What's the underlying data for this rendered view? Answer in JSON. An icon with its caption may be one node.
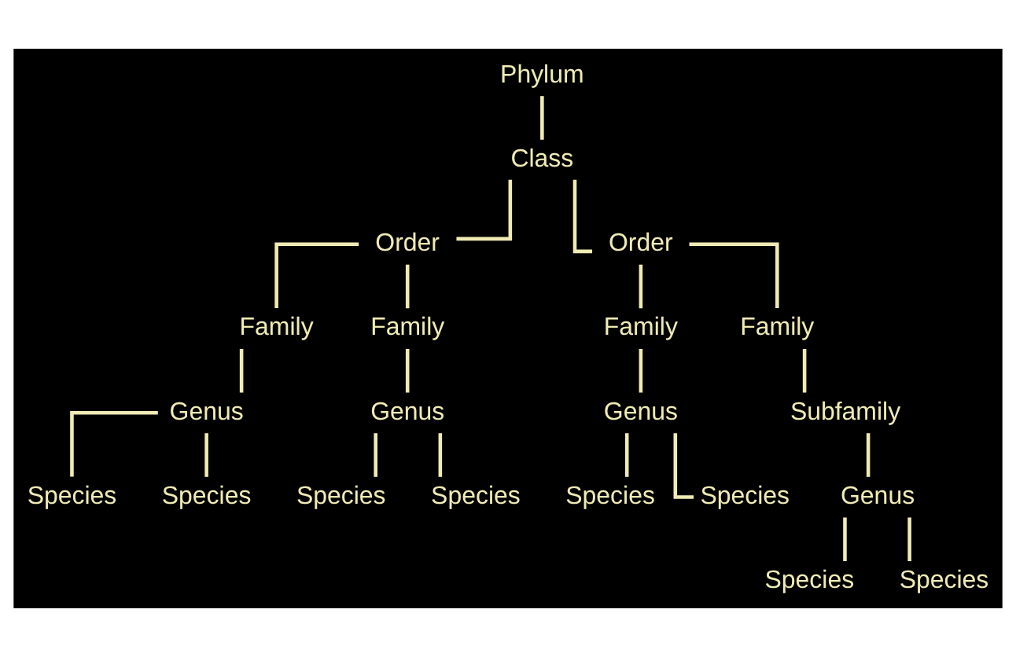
{
  "diagram": {
    "nodes": [
      {
        "text": [
          "Phylum"
        ]
      },
      {
        "text": [
          "Class"
        ]
      },
      {
        "text": [
          "Order"
        ]
      },
      {
        "text": [
          "Order"
        ]
      },
      {
        "text": [
          "Family"
        ]
      },
      {
        "text": [
          "Family"
        ]
      },
      {
        "text": [
          "Family"
        ]
      },
      {
        "text": [
          "Family"
        ]
      },
      {
        "text": [
          "Genus"
        ]
      },
      {
        "text": [
          "Genus"
        ]
      },
      {
        "text": [
          "Genus"
        ]
      },
      {
        "text": [
          "Subfamily"
        ]
      },
      {
        "text": [
          "Species"
        ]
      },
      {
        "text": [
          "Species"
        ]
      },
      {
        "text": [
          "Species"
        ]
      },
      {
        "text": [
          "Species"
        ]
      },
      {
        "text": [
          "Species"
        ]
      },
      {
        "text": [
          "Species"
        ]
      },
      {
        "text": [
          "Genus"
        ]
      },
      {
        "text": [
          "Species"
        ]
      },
      {
        "text": [
          "Species"
        ]
      }
    ],
    "edges": [
      {
        "from": 0,
        "to": 1,
        "arrow": "none"
      },
      {
        "from": 1,
        "to": 2,
        "arrow": "none"
      },
      {
        "from": 1,
        "to": 3,
        "arrow": "none"
      },
      {
        "from": 2,
        "to": 4,
        "arrow": "none"
      },
      {
        "from": 2,
        "to": 5,
        "arrow": "none"
      },
      {
        "from": 3,
        "to": 6,
        "arrow": "none"
      },
      {
        "from": 3,
        "to": 7,
        "arrow": "none"
      },
      {
        "from": 4,
        "to": 8,
        "arrow": "none"
      },
      {
        "from": 5,
        "to": 9,
        "arrow": "none"
      },
      {
        "from": 6,
        "to": 10,
        "arrow": "none"
      },
      {
        "from": 7,
        "to": 11,
        "arrow": "none"
      },
      {
        "from": 8,
        "to": 12,
        "arrow": "none"
      },
      {
        "from": 8,
        "to": 13,
        "arrow": "none"
      },
      {
        "from": 9,
        "to": 14,
        "arrow": "none"
      },
      {
        "from": 9,
        "to": 15,
        "arrow": "none"
      },
      {
        "from": 10,
        "to": 16,
        "arrow": "none"
      },
      {
        "from": 10,
        "to": 17,
        "arrow": "none"
      },
      {
        "from": 11,
        "to": 18,
        "arrow": "none"
      },
      {
        "from": 18,
        "to": 19,
        "arrow": "none"
      },
      {
        "from": 18,
        "to": 20,
        "arrow": "none"
      }
    ]
  }
}
